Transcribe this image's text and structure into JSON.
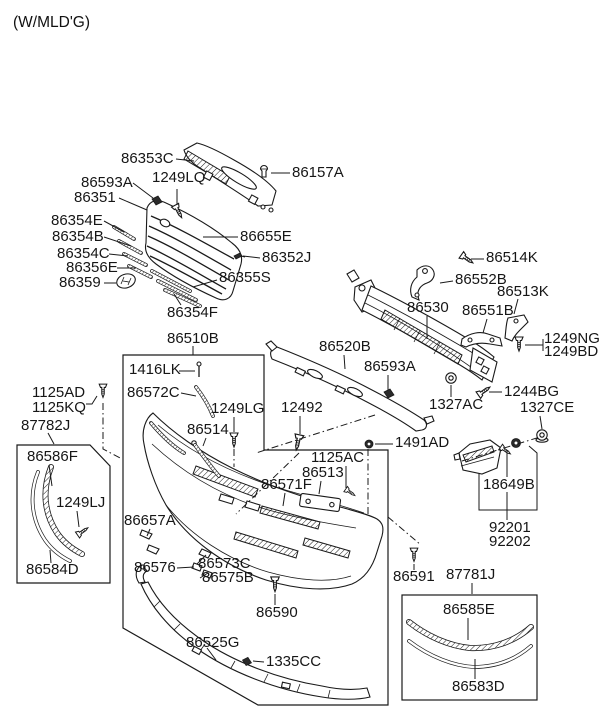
{
  "title": "(W/MLD'G)",
  "colors": {
    "ink": "#1a1a1a",
    "paper": "#ffffff"
  },
  "labels": [
    {
      "t": "86353C"
    },
    {
      "t": "86157A"
    },
    {
      "t": "86593A"
    },
    {
      "t": "1249LQ"
    },
    {
      "t": "86351"
    },
    {
      "t": "86354E"
    },
    {
      "t": "86354B"
    },
    {
      "t": "86354C"
    },
    {
      "t": "86356E"
    },
    {
      "t": "86359"
    },
    {
      "t": "86655E"
    },
    {
      "t": "86352J"
    },
    {
      "t": "86355S"
    },
    {
      "t": "86354F"
    },
    {
      "t": "86514K"
    },
    {
      "t": "86552B"
    },
    {
      "t": "86513K"
    },
    {
      "t": "86530"
    },
    {
      "t": "86551B"
    },
    {
      "t": "1249NG"
    },
    {
      "t": "1249BD"
    },
    {
      "t": "86520B"
    },
    {
      "t": "86593A"
    },
    {
      "t": "1327AC"
    },
    {
      "t": "1244BG"
    },
    {
      "t": "1327CE"
    },
    {
      "t": "86510B"
    },
    {
      "t": "1416LK"
    },
    {
      "t": "86572C"
    },
    {
      "t": "1249LG"
    },
    {
      "t": "12492"
    },
    {
      "t": "86514"
    },
    {
      "t": "1491AD"
    },
    {
      "t": "1125AC"
    },
    {
      "t": "86513"
    },
    {
      "t": "86571F"
    },
    {
      "t": "1125AD"
    },
    {
      "t": "1125KQ"
    },
    {
      "t": "87782J"
    },
    {
      "t": "86586F"
    },
    {
      "t": "1249LJ"
    },
    {
      "t": "86584D"
    },
    {
      "t": "86657A"
    },
    {
      "t": "86576"
    },
    {
      "t": "86573C"
    },
    {
      "t": "86575B"
    },
    {
      "t": "86590"
    },
    {
      "t": "86525G"
    },
    {
      "t": "1335CC"
    },
    {
      "t": "86591"
    },
    {
      "t": "87781J"
    },
    {
      "t": "86585E"
    },
    {
      "t": "86583D"
    },
    {
      "t": "18649B"
    },
    {
      "t": "92201"
    },
    {
      "t": "92202"
    }
  ]
}
